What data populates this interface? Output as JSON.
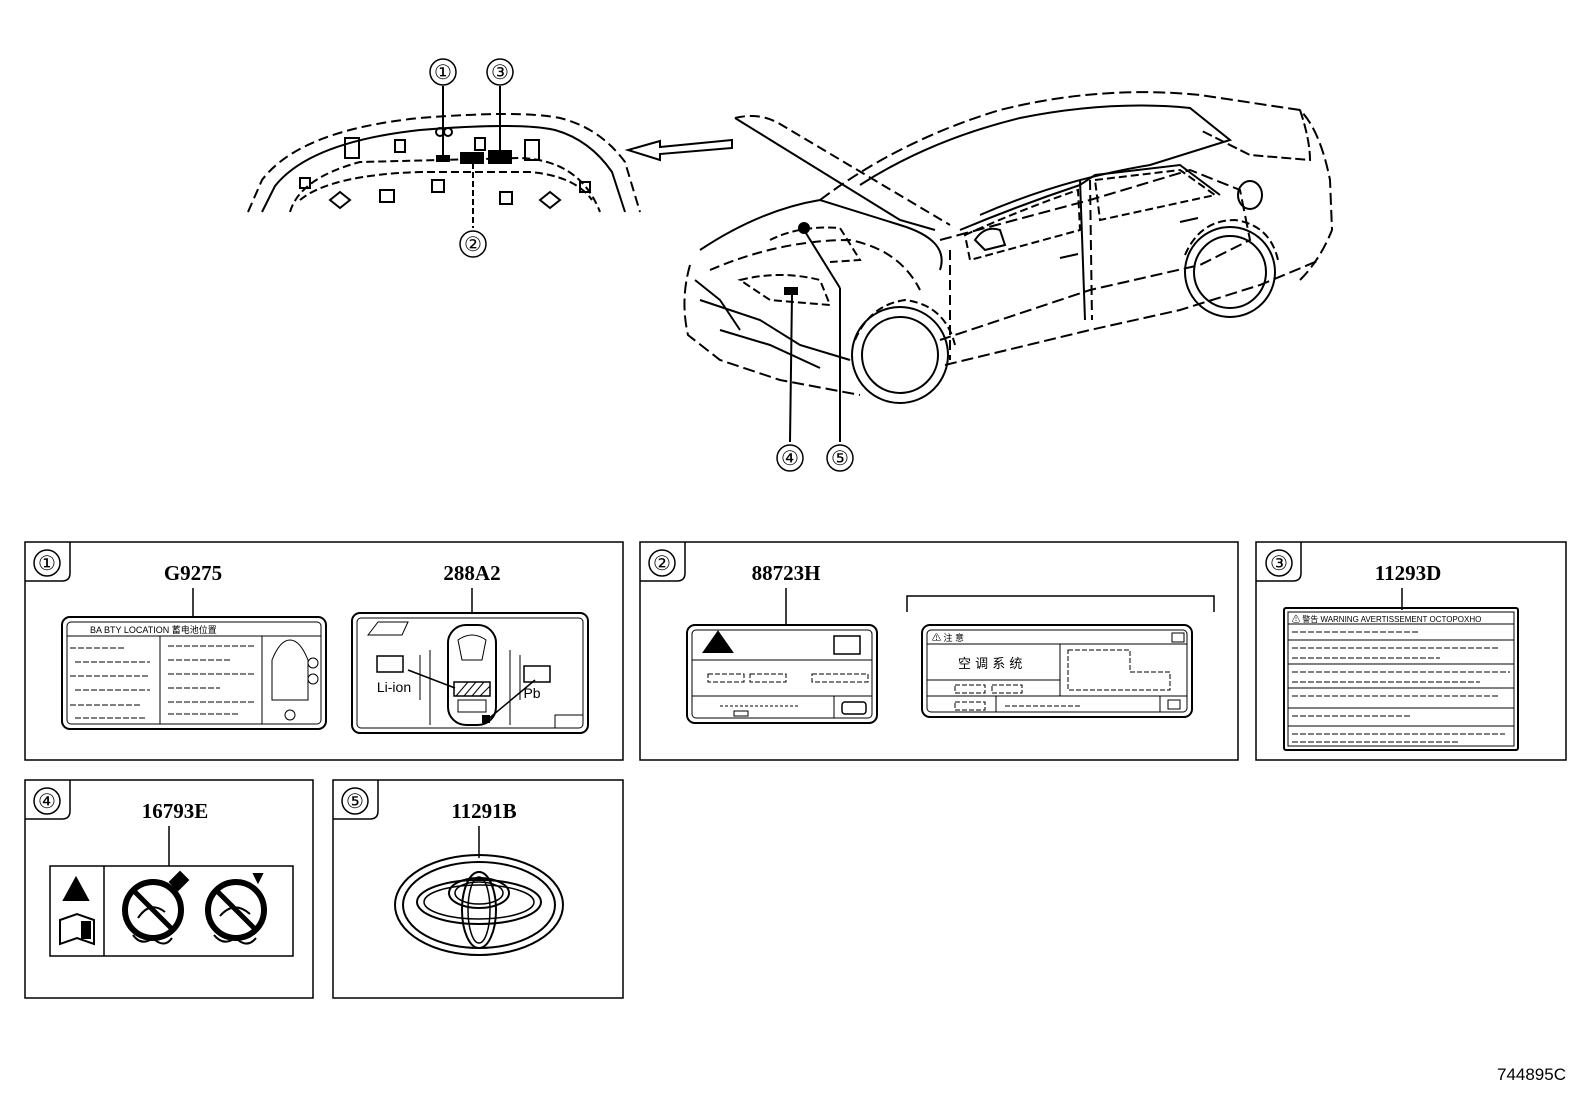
{
  "callouts": {
    "c1": "①",
    "c2": "②",
    "c3": "③",
    "c4": "④",
    "c5": "⑤"
  },
  "parts": {
    "p1a": "G9275",
    "p1b": "288A2",
    "p2": "88723H",
    "p3": "11293D",
    "p4": "16793E",
    "p5": "11291B"
  },
  "label_text": {
    "battery_location": "BA   BTY LOCATION  蓄电池位置",
    "li_ion": "Li-ion",
    "pb": "Pb",
    "aircon": "空 调 系 统",
    "warning_header": "⚠ 警告  WARNING  AVERTISSEMENT  OCTOPOXHO",
    "warning_short": "⚠  注  意"
  },
  "diagram_id": "744895C",
  "colors": {
    "line": "#000000",
    "background": "#ffffff"
  },
  "icons": [
    "warning-triangle-icon",
    "manual-book-icon",
    "no-airbag-child-icon",
    "battery-icon",
    "toyota-emblem-icon"
  ]
}
